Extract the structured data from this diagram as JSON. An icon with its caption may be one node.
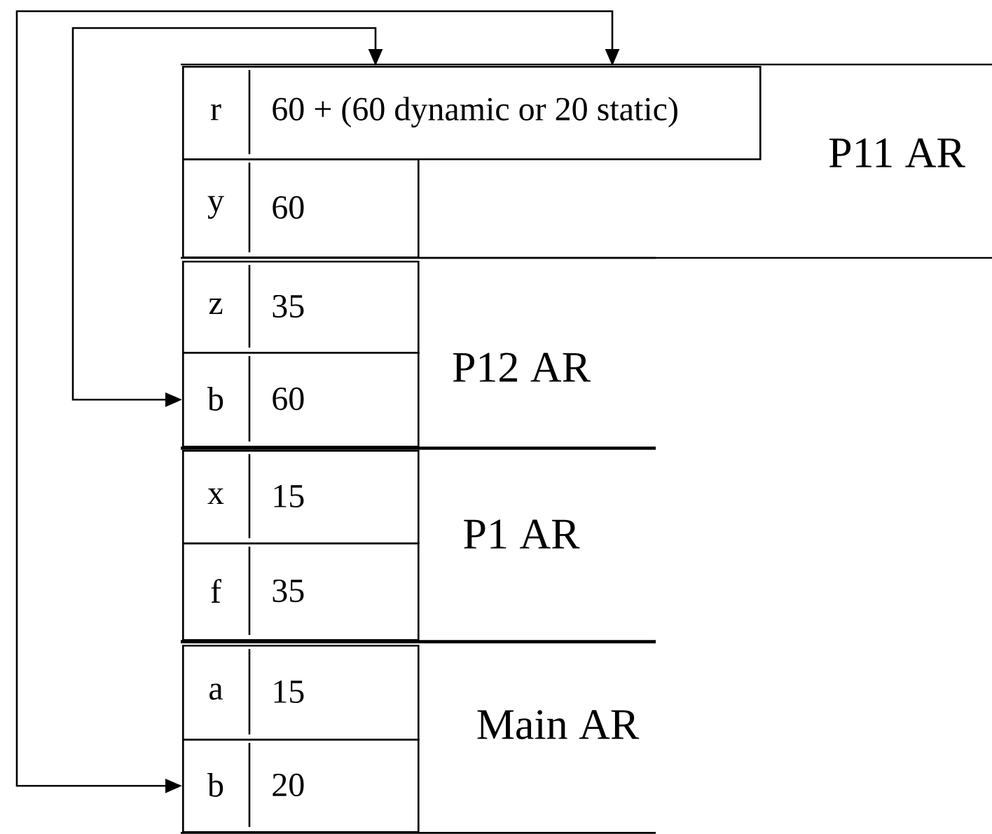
{
  "diagram": {
    "nodes": [
      {
        "text": [
          "P11 AR"
        ]
      },
      {
        "text": [
          "r",
          "60 + (60 dynamic or 20 static)"
        ],
        "in": 0
      },
      {
        "text": [
          "y",
          "60"
        ],
        "in": 0
      },
      {
        "text": [
          "P12 AR"
        ]
      },
      {
        "text": [
          "z",
          "35"
        ],
        "in": 3
      },
      {
        "text": [
          "b",
          "60"
        ],
        "in": 3
      },
      {
        "text": [
          "P1 AR"
        ]
      },
      {
        "text": [
          "x",
          "15"
        ],
        "in": 6
      },
      {
        "text": [
          "f",
          "35"
        ],
        "in": 6
      },
      {
        "text": [
          "Main AR"
        ]
      },
      {
        "text": [
          "a",
          "15"
        ],
        "in": 9
      },
      {
        "text": [
          "b",
          "20"
        ],
        "in": 9
      }
    ],
    "edges": [
      {
        "from": 1,
        "to": 11,
        "arrow": "both"
      },
      {
        "from": 1,
        "to": 5,
        "arrow": "both"
      }
    ]
  }
}
